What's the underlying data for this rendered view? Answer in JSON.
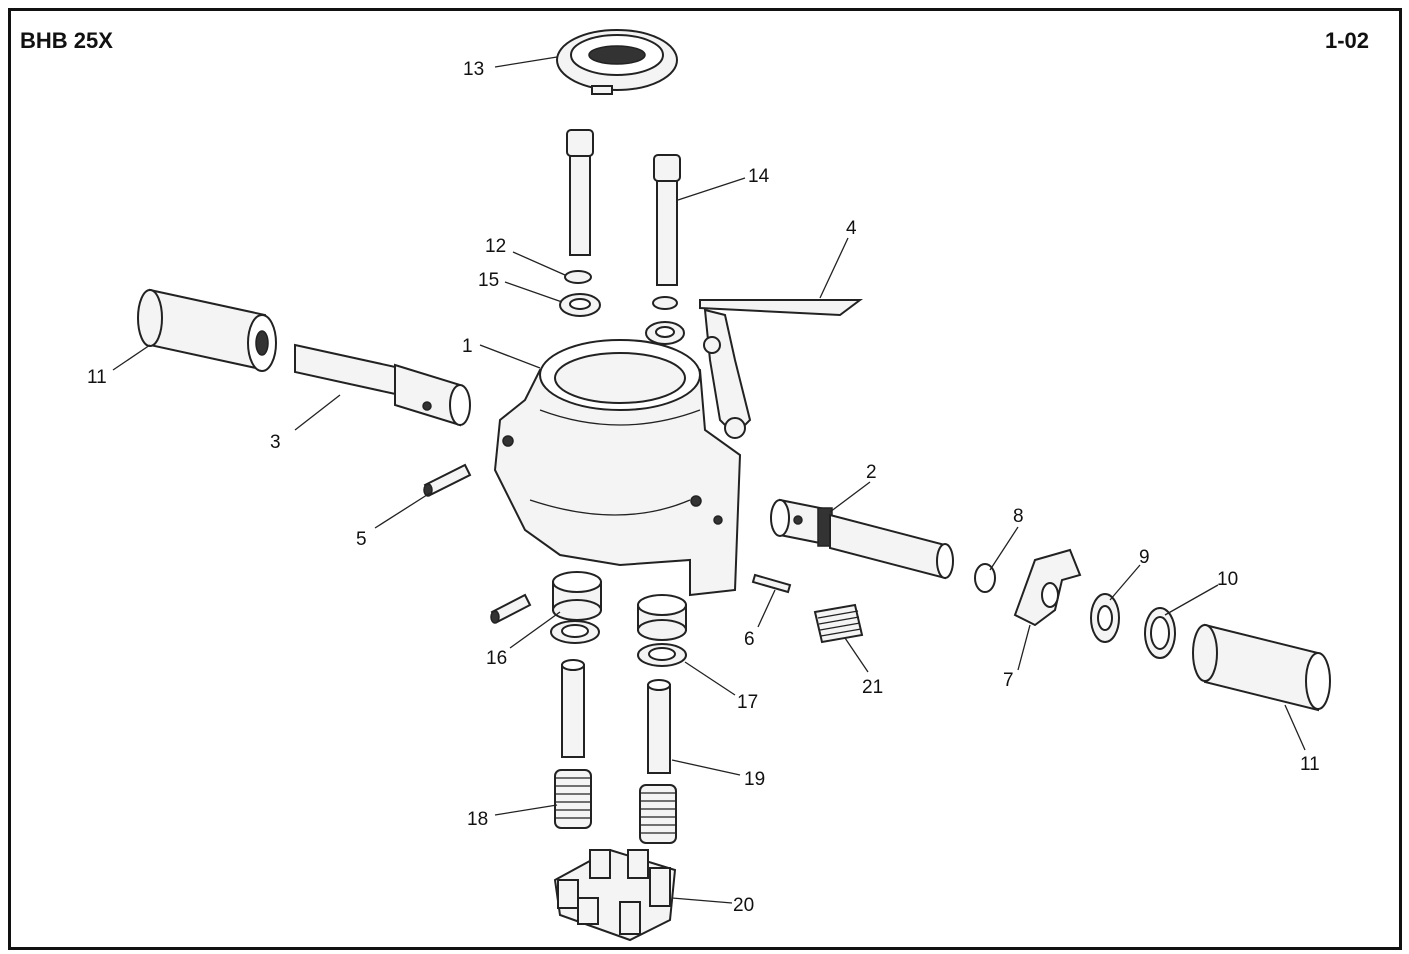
{
  "header": {
    "model": "BHB 25X",
    "page": "1-02"
  },
  "parts": [
    {
      "id": "n1",
      "label": "1"
    },
    {
      "id": "n2",
      "label": "2"
    },
    {
      "id": "n3",
      "label": "3"
    },
    {
      "id": "n4",
      "label": "4"
    },
    {
      "id": "n5",
      "label": "5"
    },
    {
      "id": "n6",
      "label": "6"
    },
    {
      "id": "n7",
      "label": "7"
    },
    {
      "id": "n8",
      "label": "8"
    },
    {
      "id": "n9",
      "label": "9"
    },
    {
      "id": "n10",
      "label": "10"
    },
    {
      "id": "n11a",
      "label": "11"
    },
    {
      "id": "n11b",
      "label": "11"
    },
    {
      "id": "n12",
      "label": "12"
    },
    {
      "id": "n13",
      "label": "13"
    },
    {
      "id": "n14",
      "label": "14"
    },
    {
      "id": "n15",
      "label": "15"
    },
    {
      "id": "n16",
      "label": "16"
    },
    {
      "id": "n17",
      "label": "17"
    },
    {
      "id": "n18",
      "label": "18"
    },
    {
      "id": "n19",
      "label": "19"
    },
    {
      "id": "n20",
      "label": "20"
    },
    {
      "id": "n21",
      "label": "21"
    }
  ]
}
